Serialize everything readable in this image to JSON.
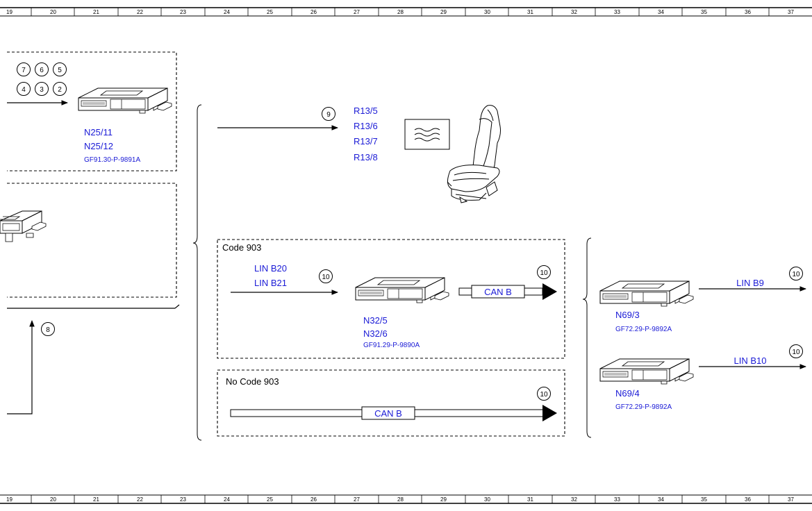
{
  "ruler": {
    "numbers": [
      "19",
      "20",
      "21",
      "22",
      "23",
      "24",
      "25",
      "26",
      "27",
      "28",
      "29",
      "30",
      "31",
      "32",
      "33",
      "34",
      "35",
      "36",
      "37"
    ]
  },
  "circles": {
    "top_left": [
      "7",
      "6",
      "5",
      "4",
      "3",
      "2"
    ],
    "c8": "8",
    "c9": "9",
    "c10a": "10",
    "c10b": "10",
    "c10c": "10",
    "c10d": "10",
    "c10e": "10"
  },
  "ecu_n25": {
    "label1": "N25/11",
    "label2": "N25/12",
    "ref": "GF91.30-P-9891A"
  },
  "seat": {
    "labels": [
      "R13/5",
      "R13/6",
      "R13/7",
      "R13/8"
    ]
  },
  "code903": {
    "title": "Code 903",
    "lin1": "LIN B20",
    "lin2": "LIN B21",
    "label1": "N32/5",
    "label2": "N32/6",
    "ref": "GF91.29-P-9890A",
    "bus": "CAN B"
  },
  "nocode903": {
    "title": "No Code 903",
    "bus": "CAN B"
  },
  "n69_3": {
    "label": "N69/3",
    "ref": "GF72.29-P-9892A",
    "lin": "LIN B9"
  },
  "n69_4": {
    "label": "N69/4",
    "ref": "GF72.29-P-9892A",
    "lin": "LIN B10"
  }
}
